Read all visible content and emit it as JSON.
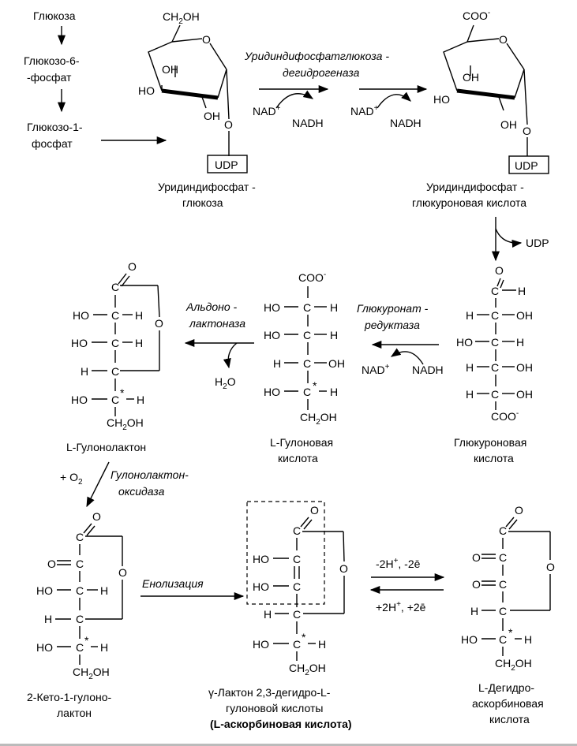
{
  "top_pathway": {
    "glucose": "Глюкоза",
    "g6p_line1": "Глюкозо-6-",
    "g6p_line2": "-фосфат",
    "g1p_line1": "Глюкозо-1-",
    "g1p_line2": "фосфат"
  },
  "udp_glucose": {
    "ch2oh": "CH2OH",
    "ring_o": "O",
    "oh_a": "OH",
    "ho_b": "HO",
    "oh_c": "OH",
    "o_link": "O",
    "udp": "UDP",
    "name_line1": "Уридиндифосфат -",
    "name_line2": "глюкоза"
  },
  "enzyme1": {
    "line1": "Уридиндифосфатглюкоза -",
    "line2": "дегидрогеназа",
    "nad1": "NAD+",
    "nadh1": "NADH",
    "nad2": "NAD+",
    "nadh2": "NADH"
  },
  "udp_glucuronic": {
    "coo": "COO-",
    "ring_o": "O",
    "oh_a": "OH",
    "ho_b": "HO",
    "oh_c": "OH",
    "o_link": "O",
    "udp": "UDP",
    "name_line1": "Уридиндифосфат -",
    "name_line2": "глюкуроновая кислота",
    "released": "UDP"
  },
  "glucuronic_acid": {
    "o": "O",
    "c1": "C",
    "h1": "H",
    "rows": [
      {
        "left": "H",
        "right": "OH"
      },
      {
        "left": "HO",
        "right": "H"
      },
      {
        "left": "H",
        "right": "OH"
      },
      {
        "left": "H",
        "right": "OH"
      }
    ],
    "coo": "COO-",
    "name_line1": "Глюкуроновая",
    "name_line2": "кислота"
  },
  "enzyme2": {
    "line1": "Глюкуронат -",
    "line2": "редуктаза",
    "nad": "NAD+",
    "nadh": "NADH"
  },
  "gulonic_acid": {
    "coo": "COO-",
    "rows": [
      {
        "left": "HO",
        "right": "H"
      },
      {
        "left": "HO",
        "right": "H"
      },
      {
        "left": "H",
        "right": "OH"
      },
      {
        "left": "HO",
        "right": "H"
      }
    ],
    "star": "*",
    "ch2oh": "CH2OH",
    "name_line1": "L-Гулоновая",
    "name_line2": "кислота"
  },
  "enzyme3": {
    "line1": "Альдоно -",
    "line2": "лактоназа",
    "water": "H2O"
  },
  "gulonolactone": {
    "o_top": "O",
    "c1": "C",
    "ring_o": "O",
    "rows": [
      {
        "left": "HO",
        "right": "H"
      },
      {
        "left": "HO",
        "right": "H"
      },
      {
        "left": "H",
        "right": ""
      },
      {
        "left": "HO",
        "right": "H"
      }
    ],
    "star": "*",
    "ch2oh": "CH2OH",
    "name": "L-Гулонолактон"
  },
  "enzyme4": {
    "o2": "+ O2",
    "line1": "Гулонолактон-",
    "line2": "оксидаза"
  },
  "ketogulonolactone": {
    "o_top": "O",
    "c1": "C",
    "ring_o": "O",
    "oxo_left": "O",
    "rows": [
      {
        "left": "",
        "right": ""
      },
      {
        "left": "HO",
        "right": "H"
      },
      {
        "left": "H",
        "right": ""
      },
      {
        "left": "HO",
        "right": "H"
      }
    ],
    "star": "*",
    "ch2oh": "CH2OH",
    "name_line1": "2-Кето-1-гулоно-",
    "name_line2": "лактон"
  },
  "enolization": "Енолизация",
  "ascorbic": {
    "o_top": "O",
    "ring_o": "O",
    "ho1": "HO",
    "ho2": "HO",
    "h3": "H",
    "ho4": "HO",
    "h4": "H",
    "star": "*",
    "ch2oh": "CH2OH",
    "name_line1": "γ-Лактон 2,3-дегидро-L-",
    "name_line2": "гулоновой кислоты",
    "name_line3": "(L-аскорбиновая кислота)"
  },
  "redox": {
    "forward": "-2H+, -2ē",
    "reverse": "+2H+, +2ē"
  },
  "dehydroascorbic": {
    "o_top": "O",
    "ring_o": "O",
    "o2": "O",
    "o3": "O",
    "h3": "H",
    "ho4": "HO",
    "h4": "H",
    "star": "*",
    "ch2oh": "CH2OH",
    "name_line1": "L-Дегидро-",
    "name_line2": "аскорбиновая",
    "name_line3": "кислота"
  }
}
